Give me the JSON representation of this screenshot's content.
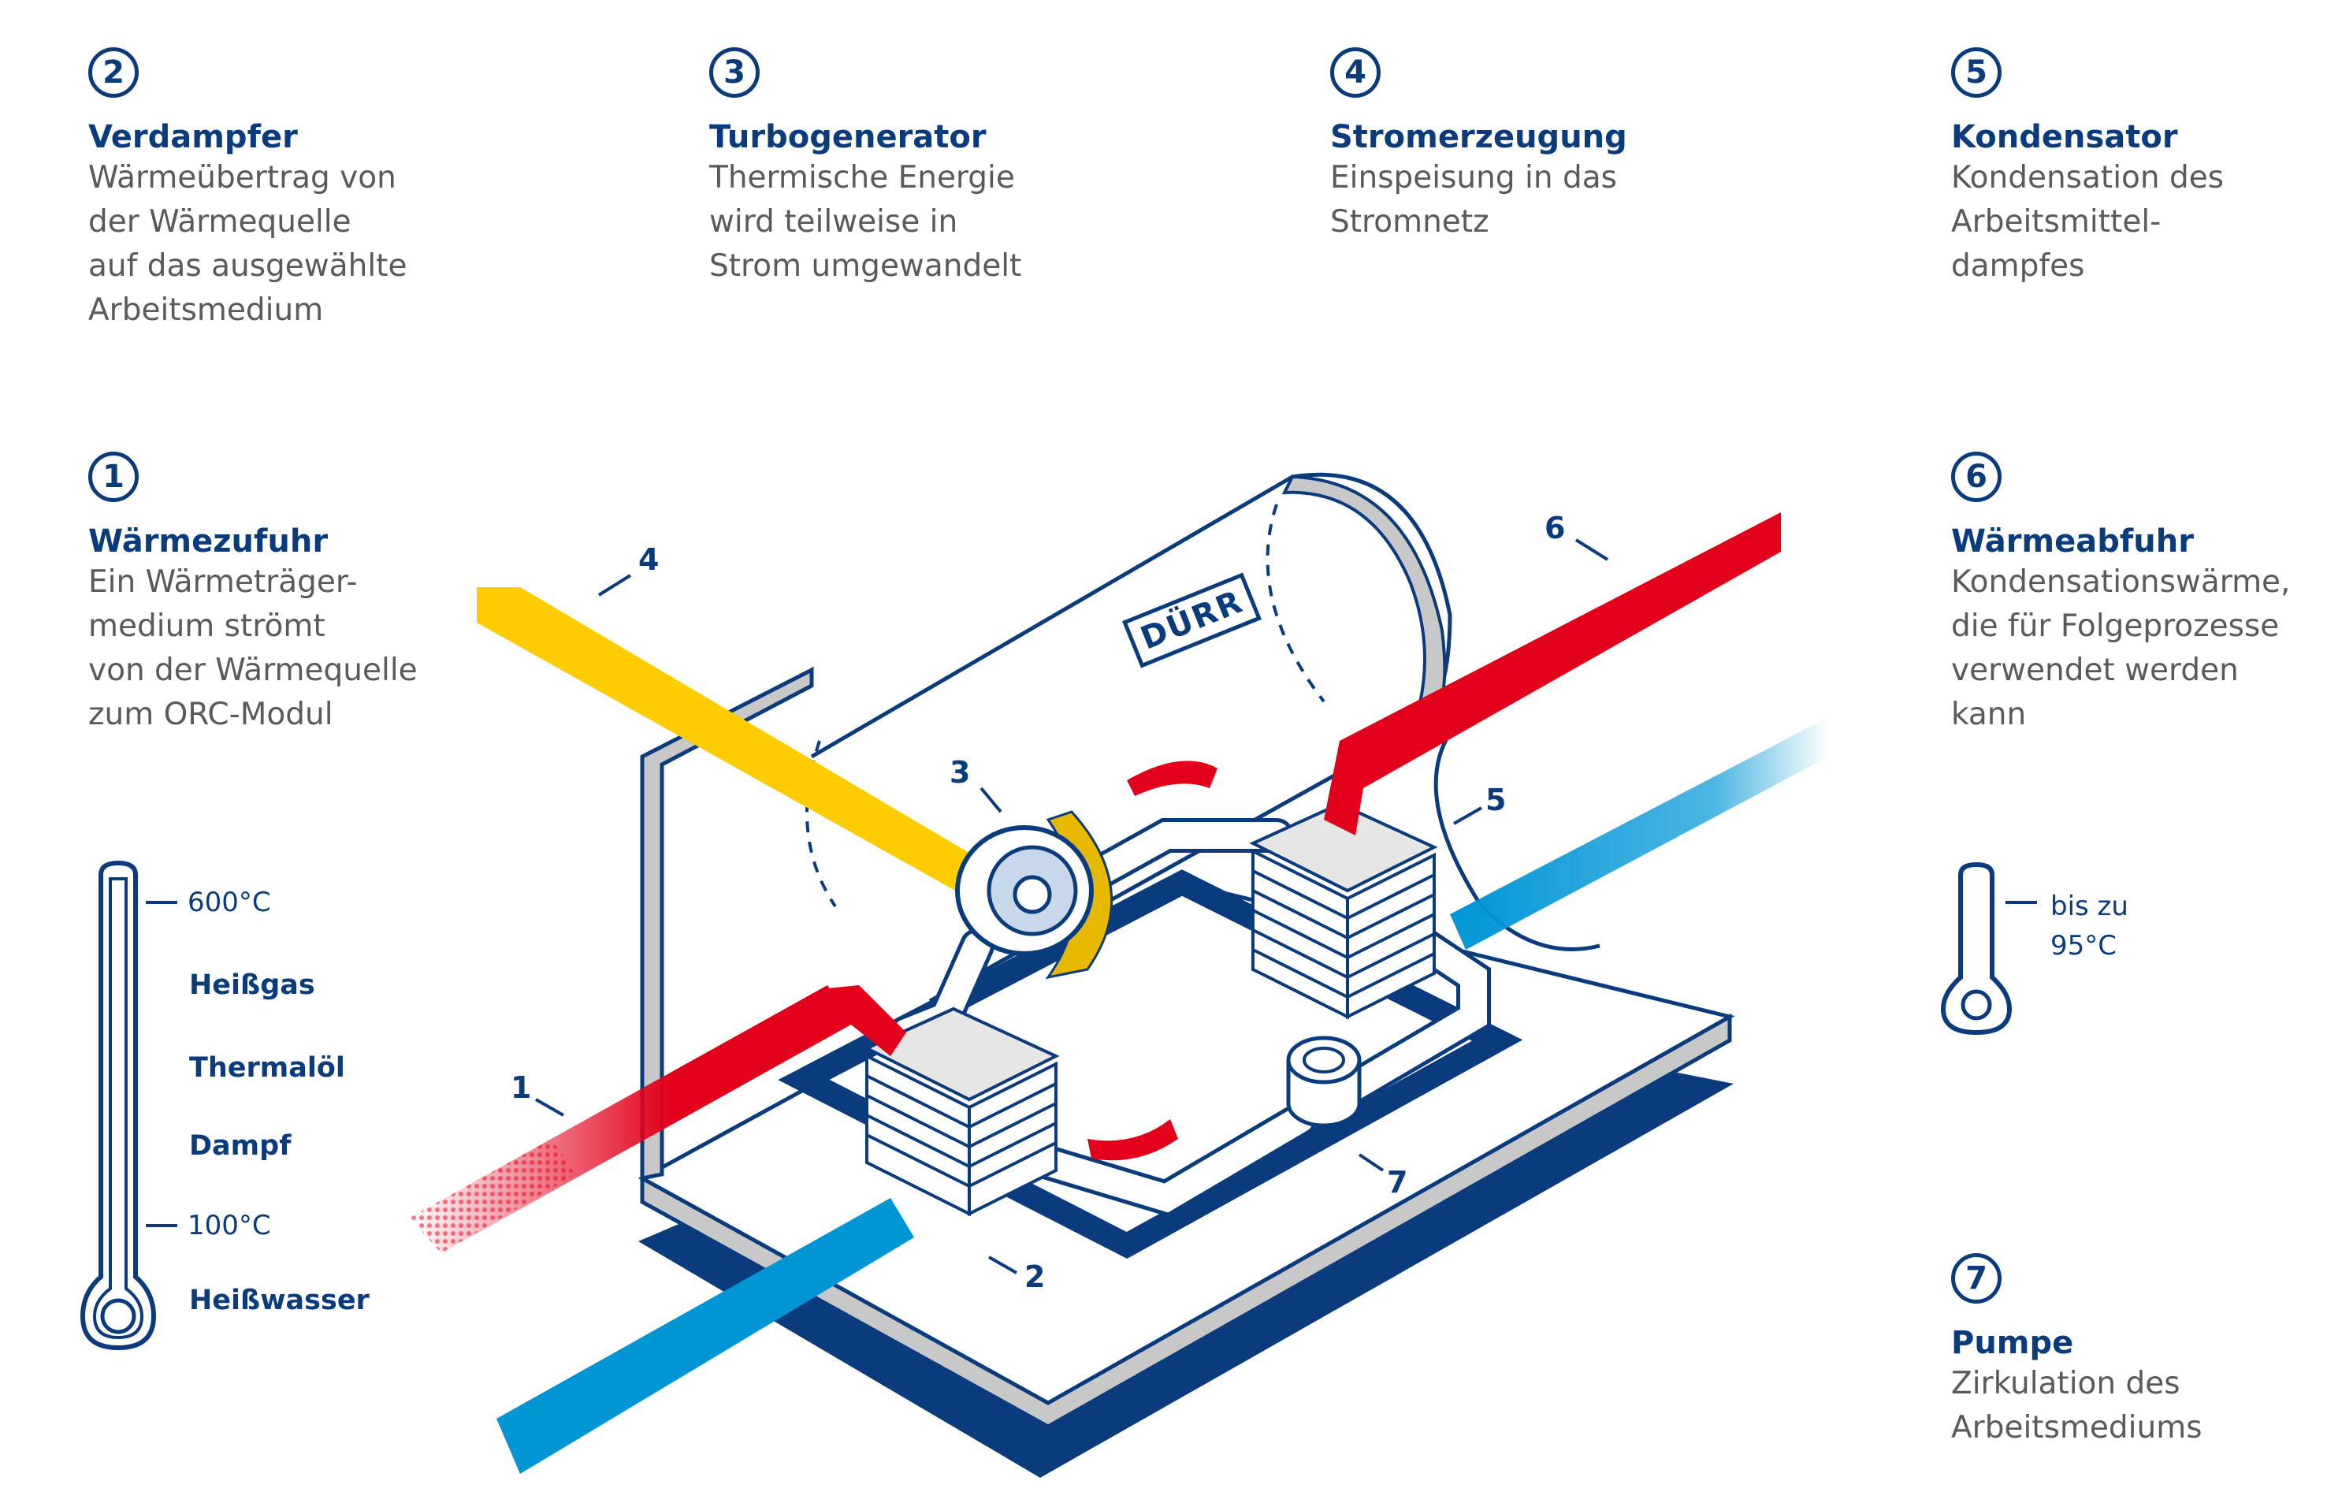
{
  "steps": [
    {
      "num": "2",
      "title": "Verdampfer",
      "desc": "Wärmeübertrag von\nder Wärmequelle\nauf das ausgewählte\nArbeitsmedium"
    },
    {
      "num": "3",
      "title": "Turbogenerator",
      "desc": "Thermische Energie\nwird teilweise in\nStrom umgewandelt"
    },
    {
      "num": "4",
      "title": "Stromerzeugung",
      "desc": "Einspeisung in das\nStromnetz"
    },
    {
      "num": "5",
      "title": "Kondensator",
      "desc": "Kondensation des\nArbeitsmittel-\ndampfes"
    },
    {
      "num": "1",
      "title": "Wärmezufuhr",
      "desc": "Ein Wärmeträger-\nmedium strömt\nvon der Wärmequelle\nzum ORC-Modul"
    },
    {
      "num": "6",
      "title": "Wärmeabfuhr",
      "desc": "Kondensationswärme,\ndie für Folgeprozesse\nverwendet werden\nkann"
    },
    {
      "num": "7",
      "title": "Pumpe",
      "desc": "Zirkulation des\nArbeitsmediums"
    }
  ],
  "left_thermometer": {
    "top_label": "600°C",
    "bottom_label": "100°C",
    "categories": [
      "Heißgas",
      "Thermalöl",
      "Dampf",
      "Heißwasser"
    ]
  },
  "right_thermometer": {
    "label": "bis zu\n95°C"
  },
  "callouts": [
    "4",
    "6",
    "3",
    "5",
    "1",
    "7",
    "2"
  ],
  "logo": "DÜRR",
  "colors": {
    "navy": "#0a3b7c",
    "hot_red": "#e3001b",
    "yellow": "#ffcc00",
    "cool_blue": "#0096d6",
    "light_gray": "#e6e6e6"
  }
}
